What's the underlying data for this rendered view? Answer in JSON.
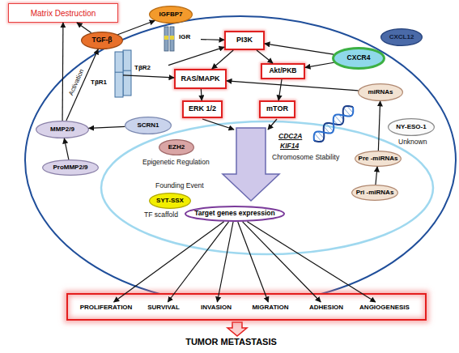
{
  "diagram": {
    "nodes": [
      {
        "text": [
          "Matrix Destruction"
        ]
      },
      {
        "text": [
          "IGFBP7"
        ]
      },
      {
        "text": [
          "TGF-β"
        ]
      },
      {
        "text": [
          "IGR"
        ]
      },
      {
        "text": [
          "PI3K"
        ]
      },
      {
        "text": [
          "CXCL12"
        ]
      },
      {
        "text": [
          "CXCR4"
        ]
      },
      {
        "text": [
          "TβR2"
        ]
      },
      {
        "text": [
          "Akt/PKB"
        ]
      },
      {
        "text": [
          "TβR1"
        ]
      },
      {
        "text": [
          "RAS/MAPK"
        ]
      },
      {
        "text": [
          "ERK 1/2"
        ]
      },
      {
        "text": [
          "mTOR"
        ]
      },
      {
        "text": [
          "miRNAs"
        ]
      },
      {
        "text": [
          "MMP2/9"
        ]
      },
      {
        "text": [
          "SCRN1"
        ]
      },
      {
        "text": [
          "NY-ESO-1"
        ]
      },
      {
        "text": [
          "EZH2"
        ]
      },
      {
        "text": [
          "ProMMP2/9"
        ]
      },
      {
        "text": [
          "Pre -miRNAs"
        ]
      },
      {
        "text": [
          "SYT-SSX"
        ]
      },
      {
        "text": [
          "Pri -miRNAs"
        ]
      },
      {
        "text": [
          "Target genes expression"
        ]
      },
      {
        "text": [
          "TUMOR METASTASIS"
        ]
      },
      {
        "text": [
          "PROLIFERATION"
        ],
        "in": 23
      },
      {
        "text": [
          "SURVIVAL"
        ],
        "in": 23
      },
      {
        "text": [
          "INVASION"
        ],
        "in": 23
      },
      {
        "text": [
          "MIGRATION"
        ],
        "in": 23
      },
      {
        "text": [
          "ADHESION"
        ],
        "in": 23
      },
      {
        "text": [
          "ANGIOGENESIS"
        ],
        "in": 23
      }
    ],
    "edges": [
      {
        "from": 2,
        "to": 0,
        "arrow": "to"
      },
      {
        "from": 14,
        "to": 0,
        "arrow": "to"
      },
      {
        "from": 14,
        "to": 2,
        "label": "Activation",
        "arrow": "to"
      },
      {
        "from": 2,
        "to": 1,
        "arrow": "to"
      },
      {
        "from": 7,
        "to": 4,
        "arrow": "to"
      },
      {
        "from": 3,
        "to": 4,
        "arrow": "to"
      },
      {
        "from": 9,
        "to": 10,
        "arrow": "to"
      },
      {
        "from": 4,
        "to": 8,
        "arrow": "to"
      },
      {
        "from": 4,
        "to": 10,
        "arrow": "to"
      },
      {
        "from": 6,
        "to": 4,
        "arrow": "to"
      },
      {
        "from": 6,
        "to": 8,
        "arrow": "to"
      },
      {
        "from": 13,
        "to": 10,
        "arrow": "to"
      },
      {
        "from": 10,
        "to": 11,
        "arrow": "to"
      },
      {
        "from": 8,
        "to": 12,
        "arrow": "to"
      },
      {
        "from": 15,
        "to": 14,
        "arrow": "to"
      },
      {
        "from": 18,
        "to": 14,
        "arrow": "to"
      },
      {
        "from": 21,
        "to": 19,
        "arrow": "to"
      },
      {
        "from": 19,
        "to": 13,
        "arrow": "to"
      },
      {
        "from": 22,
        "to": 24,
        "arrow": "to"
      },
      {
        "from": 22,
        "to": 25,
        "arrow": "to"
      },
      {
        "from": 22,
        "to": 26,
        "arrow": "to"
      },
      {
        "from": 22,
        "to": 27,
        "arrow": "to"
      },
      {
        "from": 22,
        "to": 28,
        "arrow": "to"
      },
      {
        "from": 22,
        "to": 29,
        "arrow": "to"
      }
    ],
    "labels": [
      "Epigenetic Regulation",
      "Founding Event",
      "TF scaffold",
      "CDC2A",
      "KIF14",
      "Chromosome Stability",
      "Unknown"
    ]
  }
}
